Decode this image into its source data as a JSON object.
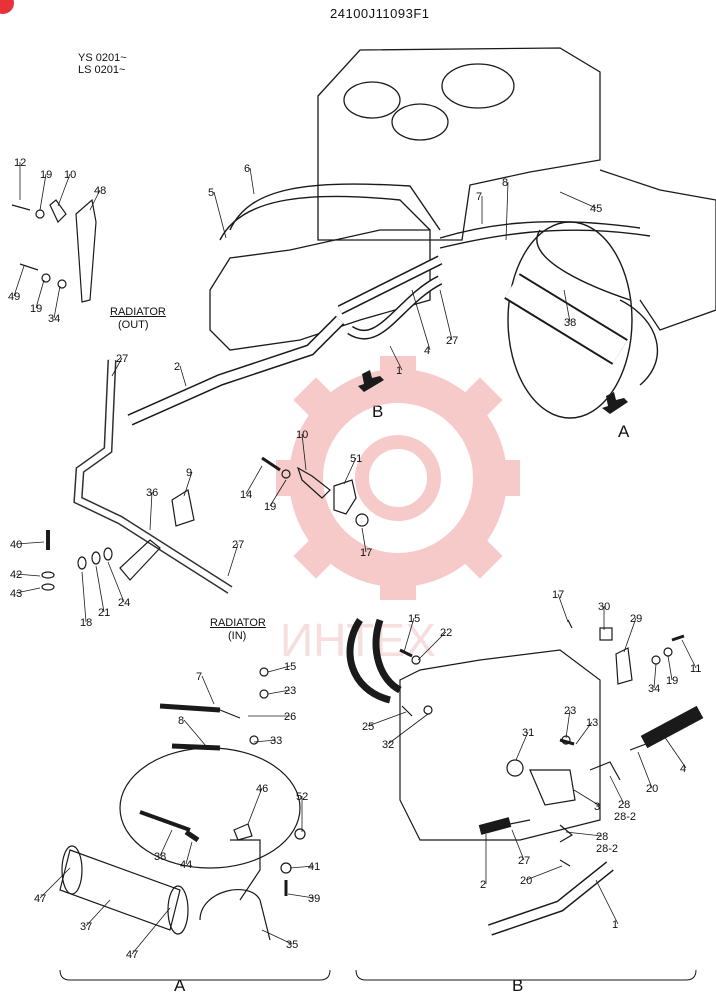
{
  "header": {
    "drawing_code": "24100J11093F1",
    "serials": [
      "YS 0201~",
      "LS 0201~"
    ]
  },
  "labels": {
    "radiator_out": [
      "RADIATOR",
      "(OUT)"
    ],
    "radiator_in": [
      "RADIATOR",
      "(IN)"
    ],
    "view_a_arrow": "A",
    "view_b_arrow": "B",
    "section_a": "A",
    "section_b": "B"
  },
  "watermark": {
    "text": "ИНТЕХ",
    "color": "#f2a0a0"
  },
  "colors": {
    "ink": "#1a1a1a",
    "accent": "#e8323a"
  },
  "callouts": [
    {
      "id": "c12",
      "t": "12"
    },
    {
      "id": "c19a",
      "t": "19"
    },
    {
      "id": "c10a",
      "t": "10"
    },
    {
      "id": "c48",
      "t": "48"
    },
    {
      "id": "c49",
      "t": "49"
    },
    {
      "id": "c19b",
      "t": "19"
    },
    {
      "id": "c34a",
      "t": "34"
    },
    {
      "id": "c6",
      "t": "6"
    },
    {
      "id": "c5",
      "t": "5"
    },
    {
      "id": "c7a",
      "t": "7"
    },
    {
      "id": "c8a",
      "t": "8"
    },
    {
      "id": "c45",
      "t": "45"
    },
    {
      "id": "c38a",
      "t": "38"
    },
    {
      "id": "c27a",
      "t": "27"
    },
    {
      "id": "c4a",
      "t": "4"
    },
    {
      "id": "c1a",
      "t": "1"
    },
    {
      "id": "c27b",
      "t": "27"
    },
    {
      "id": "c2a",
      "t": "2"
    },
    {
      "id": "c10b",
      "t": "10"
    },
    {
      "id": "c51",
      "t": "51"
    },
    {
      "id": "c9",
      "t": "9"
    },
    {
      "id": "c14",
      "t": "14"
    },
    {
      "id": "c19c",
      "t": "19"
    },
    {
      "id": "c17a",
      "t": "17"
    },
    {
      "id": "c36",
      "t": "36"
    },
    {
      "id": "c27c",
      "t": "27"
    },
    {
      "id": "c40",
      "t": "40"
    },
    {
      "id": "c42",
      "t": "42"
    },
    {
      "id": "c43",
      "t": "43"
    },
    {
      "id": "c18",
      "t": "18"
    },
    {
      "id": "c21",
      "t": "21"
    },
    {
      "id": "c24",
      "t": "24"
    },
    {
      "id": "c7b",
      "t": "7"
    },
    {
      "id": "c15a",
      "t": "15"
    },
    {
      "id": "c23a",
      "t": "23"
    },
    {
      "id": "c26",
      "t": "26"
    },
    {
      "id": "c8b",
      "t": "8"
    },
    {
      "id": "c33",
      "t": "33"
    },
    {
      "id": "c46",
      "t": "46"
    },
    {
      "id": "c52",
      "t": "52"
    },
    {
      "id": "c38b",
      "t": "38"
    },
    {
      "id": "c44",
      "t": "44"
    },
    {
      "id": "c41",
      "t": "41"
    },
    {
      "id": "c39",
      "t": "39"
    },
    {
      "id": "c47a",
      "t": "47"
    },
    {
      "id": "c37",
      "t": "37"
    },
    {
      "id": "c47b",
      "t": "47"
    },
    {
      "id": "c35",
      "t": "35"
    },
    {
      "id": "c17b",
      "t": "17"
    },
    {
      "id": "c30",
      "t": "30"
    },
    {
      "id": "c29",
      "t": "29"
    },
    {
      "id": "c11",
      "t": "11"
    },
    {
      "id": "c34b",
      "t": "34"
    },
    {
      "id": "c19d",
      "t": "19"
    },
    {
      "id": "c15b",
      "t": "15"
    },
    {
      "id": "c22",
      "t": "22"
    },
    {
      "id": "c25",
      "t": "25"
    },
    {
      "id": "c32",
      "t": "32"
    },
    {
      "id": "c23b",
      "t": "23"
    },
    {
      "id": "c13",
      "t": "13"
    },
    {
      "id": "c31",
      "t": "31"
    },
    {
      "id": "c4b",
      "t": "4"
    },
    {
      "id": "c20a",
      "t": "20"
    },
    {
      "id": "c28a",
      "t": "28"
    },
    {
      "id": "c28_2a",
      "t": "28-2"
    },
    {
      "id": "c3",
      "t": "3"
    },
    {
      "id": "c27d",
      "t": "27"
    },
    {
      "id": "c2b",
      "t": "2"
    },
    {
      "id": "c28b",
      "t": "28"
    },
    {
      "id": "c28_2b",
      "t": "28-2"
    },
    {
      "id": "c20b",
      "t": "20"
    },
    {
      "id": "c1b",
      "t": "1"
    }
  ]
}
